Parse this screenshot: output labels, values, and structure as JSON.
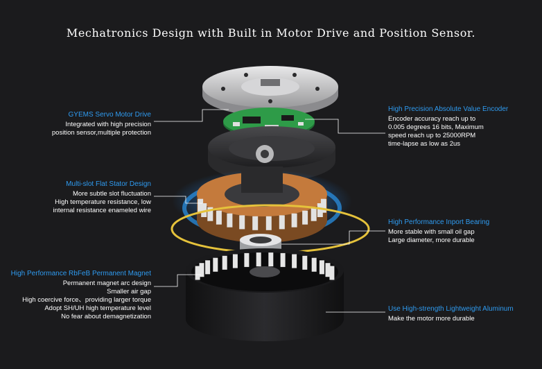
{
  "title": "Mechatronics Design with Built in Motor Drive and Position Sensor.",
  "colors": {
    "background": "#1b1b1d",
    "heading": "#2f9bf0",
    "text": "#ffffff",
    "ring_gold": "#e5c23b",
    "glow_blue": "#2a8fe0",
    "copper": "#c47a3c"
  },
  "callouts": {
    "servo_drive": {
      "heading": "GYEMS Servo Motor Drive",
      "lines": [
        "Integrated with high precision",
        "position sensor,multiple protection"
      ]
    },
    "stator": {
      "heading": "Multi-slot Flat Stator Design",
      "lines": [
        "More subtle slot fluctuation",
        "High temperature resistance, low",
        "internal resistance enameled wire"
      ]
    },
    "magnet": {
      "heading": "High Performance RbFeB Permanent Magnet",
      "lines": [
        "Permanent magnet arc design",
        "Smaller air gap",
        "High coercive force、providing larger torque",
        "Adopt SH/UH high temperature level",
        "No fear about demagnetization"
      ]
    },
    "encoder": {
      "heading": "High Precision Absolute Value Encoder",
      "lines": [
        "Encoder accuracy reach up to",
        "0.005 degrees 16 bits, Maximum",
        "speed reach up to 25000RPM",
        "time-lapse as low as 2us"
      ]
    },
    "bearing": {
      "heading": "High Performance Inport Bearing",
      "lines": [
        "More stable with small oil gap",
        "Large diameter, more durable"
      ]
    },
    "aluminum": {
      "heading": "Use High-strength Lightweight Aluminum",
      "lines": [
        "Make the motor more durable"
      ]
    }
  }
}
